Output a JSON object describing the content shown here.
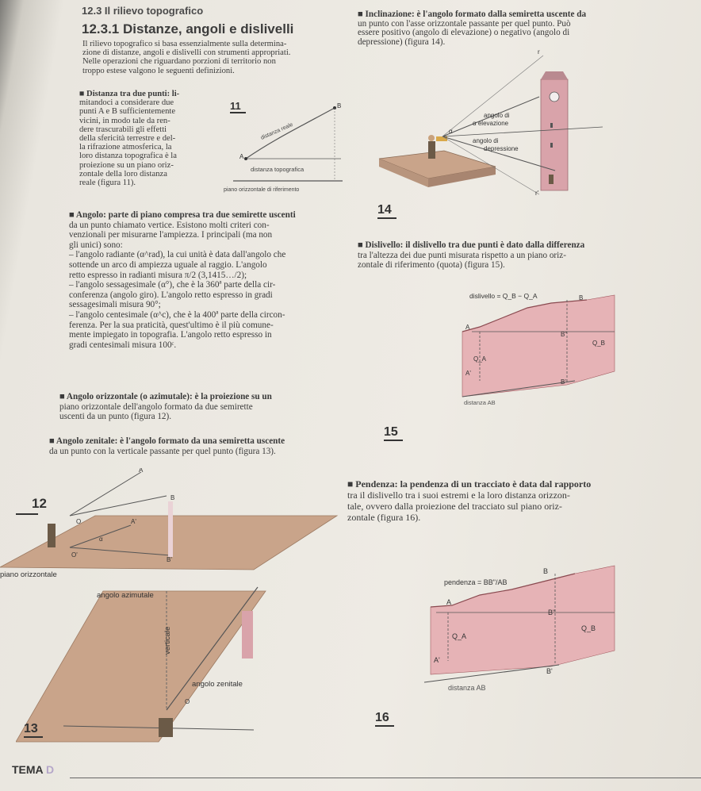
{
  "header": {
    "section": "12.3 Il rilievo topografico",
    "subsection": "12.3.1 Distanze, angoli e dislivelli"
  },
  "left_col": {
    "intro": [
      "Il rilievo topografico si basa essenzialmente sulla determina-",
      "zione di distanze, angoli e dislivelli con strumenti appropriati.",
      "Nelle operazioni che riguardano porzioni di territorio non",
      "troppo estese valgono le seguenti definizioni."
    ],
    "distanza": [
      "■ Distanza tra due punti: li-",
      "mitandoci a considerare due",
      "punti A e B sufficientemente",
      "vicini, in modo tale da ren-",
      "dere trascurabili gli effetti",
      "della sfericità terrestre e del-",
      "la rifrazione atmosferica, la",
      "loro distanza topografica è la",
      "proiezione su un piano oriz-",
      "zontale della loro distanza",
      "reale (figura 11)."
    ],
    "angolo": [
      "■ Angolo: parte di piano compresa tra due semirette uscenti",
      "da un punto chiamato vertice. Esistono molti criteri con-",
      "venzionali per misurarne l'ampiezza. I principali (ma non",
      "gli unici) sono:",
      "– l'angolo radiante (α^rad), la cui unità è data dall'angolo che",
      "sottende un arco di ampiezza uguale al raggio. L'angolo",
      "retto espresso in radianti misura π/2 (3,1415…/2);",
      "– l'angolo sessagesimale (α°), che è la 360ª parte della cir-",
      "conferenza (angolo giro). L'angolo retto espresso in gradi",
      "sessagesimali misura 90°;",
      "– l'angolo centesimale (α^c), che è la 400ª parte della circon-",
      "ferenza. Per la sua praticità, quest'ultimo è il più comune-",
      "mente impiegato in topografia. L'angolo retto espresso in",
      "gradi centesimali misura 100ᶜ."
    ],
    "orizzontale": [
      "■ Angolo orizzontale (o azimutale): è la proiezione su un",
      "piano orizzontale dell'angolo formato da due semirette",
      "uscenti da un punto (figura 12)."
    ],
    "zenitale": [
      "■ Angolo zenitale: è l'angolo formato da una semiretta uscente",
      "da un punto con la verticale passante per quel punto (figura 13)."
    ]
  },
  "right_col": {
    "inclinazione": [
      "■ Inclinazione: è l'angolo formato dalla semiretta uscente da",
      "un punto con l'asse orizzontale passante per quel punto. Può",
      "essere positivo (angolo di elevazione) o negativo (angolo di",
      "depressione) (figura 14)."
    ],
    "dislivello": [
      "■ Dislivello: il dislivello tra due punti è dato dalla differenza",
      "tra l'altezza dei due punti misurata rispetto a un piano oriz-",
      "zontale di riferimento (quota) (figura 15)."
    ],
    "pendenza": [
      "■ Pendenza: la pendenza di un tracciato è data dal rapporto",
      "tra il dislivello tra i suoi estremi e la loro distanza orizzon-",
      "tale, ovvero dalla proiezione del tracciato sul piano oriz-",
      "zontale (figura 16)."
    ]
  },
  "figures": {
    "f11": {
      "num": "11",
      "reale": "distanza reale",
      "topo": "distanza topografica",
      "piano": "piano orizzontale di riferimento",
      "A": "A",
      "B": "B"
    },
    "f12": {
      "num": "12",
      "piano": "piano orizzontale",
      "A": "A",
      "B": "B",
      "O": "O",
      "Ap": "A'",
      "Bp": "B'",
      "Op": "O'",
      "alpha": "α"
    },
    "f13": {
      "num": "13",
      "azimutale": "angolo azimutale",
      "verticale": "verticale",
      "zenitale": "angolo zenitale",
      "O": "O"
    },
    "f14": {
      "num": "14",
      "elevazione1": "angolo di",
      "elevazione2": "α elevazione",
      "depressione1": "angolo di",
      "depressione2": "depressione",
      "alpha": "α",
      "r": "r",
      "rp": "r'"
    },
    "f15": {
      "num": "15",
      "title": "dislivello = Q_B − Q_A",
      "A": "A",
      "B": "B",
      "Ap": "A'",
      "Bp": "B'",
      "Bpp": "B\"",
      "QA": "Q_A",
      "QB": "Q_B",
      "dist": "distanza AB"
    },
    "f16": {
      "num": "16",
      "title": "pendenza = BB\"/AB",
      "A": "A",
      "B": "B",
      "Ap": "A'",
      "Bp": "B'",
      "Bpp": "B\"",
      "QA": "Q_A",
      "QB": "Q_B",
      "dist": "distanza AB"
    }
  },
  "footer": {
    "tema": "TEMA",
    "letter": "D"
  },
  "colors": {
    "plane": "#c9a48a",
    "pink": "#e6b3b6",
    "tower": "#d9a3aa",
    "accent": "#b5a7c9"
  }
}
